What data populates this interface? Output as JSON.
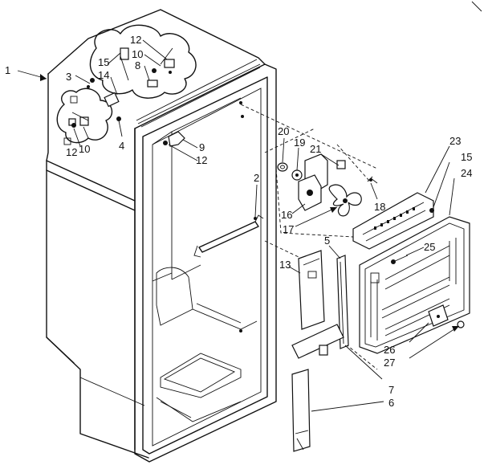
{
  "diagram": {
    "callouts": [
      {
        "id": "c1",
        "label": "1"
      },
      {
        "id": "c3",
        "label": "3"
      },
      {
        "id": "c15a",
        "label": "15"
      },
      {
        "id": "c14",
        "label": "14"
      },
      {
        "id": "c12a",
        "label": "12"
      },
      {
        "id": "c10a",
        "label": "10"
      },
      {
        "id": "c8",
        "label": "8"
      },
      {
        "id": "c4",
        "label": "4"
      },
      {
        "id": "c12b",
        "label": "12"
      },
      {
        "id": "c10b",
        "label": "10"
      },
      {
        "id": "c9",
        "label": "9"
      },
      {
        "id": "c12c",
        "label": "12"
      },
      {
        "id": "c2",
        "label": "2"
      },
      {
        "id": "c20",
        "label": "20"
      },
      {
        "id": "c19",
        "label": "19"
      },
      {
        "id": "c21",
        "label": "21"
      },
      {
        "id": "c18",
        "label": "18"
      },
      {
        "id": "c16",
        "label": "16"
      },
      {
        "id": "c17",
        "label": "17"
      },
      {
        "id": "c23",
        "label": "23"
      },
      {
        "id": "c15b",
        "label": "15"
      },
      {
        "id": "c24",
        "label": "24"
      },
      {
        "id": "c25",
        "label": "25"
      },
      {
        "id": "c5",
        "label": "5"
      },
      {
        "id": "c13",
        "label": "13"
      },
      {
        "id": "c26",
        "label": "26"
      },
      {
        "id": "c27",
        "label": "27"
      },
      {
        "id": "c7",
        "label": "7"
      },
      {
        "id": "c6",
        "label": "6"
      }
    ]
  }
}
